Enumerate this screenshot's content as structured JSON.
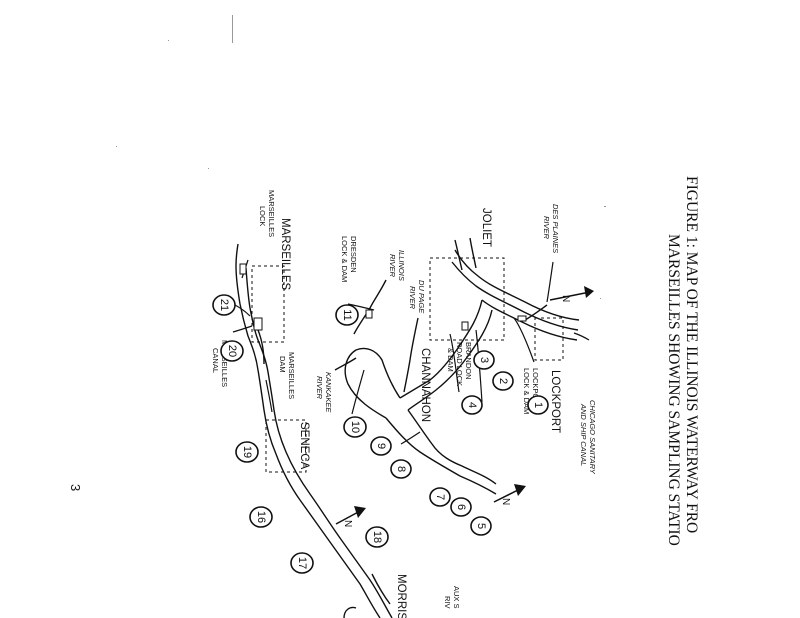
{
  "caption": {
    "line1": "FIGURE 1: MAP OF THE ILLINOIS WATERWAY FRO",
    "line2": "MARSEILLES SHOWING SAMPLING STATIO"
  },
  "page_number": "3",
  "places": {
    "lockport": "LOCKPORT",
    "joliet": "JOLIET",
    "channahon": "CHANNAHON",
    "marseilles": "MARSEILLES",
    "seneca": "SENECA",
    "morris": "MORRIS"
  },
  "waterways": {
    "des_plaines": [
      "DES PLAINES",
      "RIVER"
    ],
    "chicago_canal": [
      "CHICAGO SANITARY",
      "AND SHIP CANAL"
    ],
    "illinois_river": [
      "ILLINOIS",
      "RIVER"
    ],
    "du_page": [
      "DU PAGE",
      "RIVER"
    ],
    "kankakee": [
      "KANKAKEE",
      "RIVER"
    ],
    "marseilles_canal": [
      "MARSEILLES",
      "CANAL"
    ],
    "aux_sable": [
      "AUX S",
      "RIV"
    ]
  },
  "locks": {
    "lockport": [
      "LOCKPORT",
      "LOCK & DAM"
    ],
    "brandon": [
      "BRANDON",
      "ROAD LOCK",
      "& DAM"
    ],
    "dresden": [
      "DRESDEN",
      "LOCK & DAM"
    ],
    "marseilles_lock": [
      "MARSEILLES",
      "LOCK"
    ],
    "marseilles_dam": [
      "MARSEILLES",
      "DAM"
    ]
  },
  "north_label": "N",
  "stations": [
    "1",
    "2",
    "3",
    "4",
    "5",
    "6",
    "7",
    "8",
    "9",
    "10",
    "11",
    "16",
    "17",
    "18",
    "19",
    "20",
    "21"
  ]
}
